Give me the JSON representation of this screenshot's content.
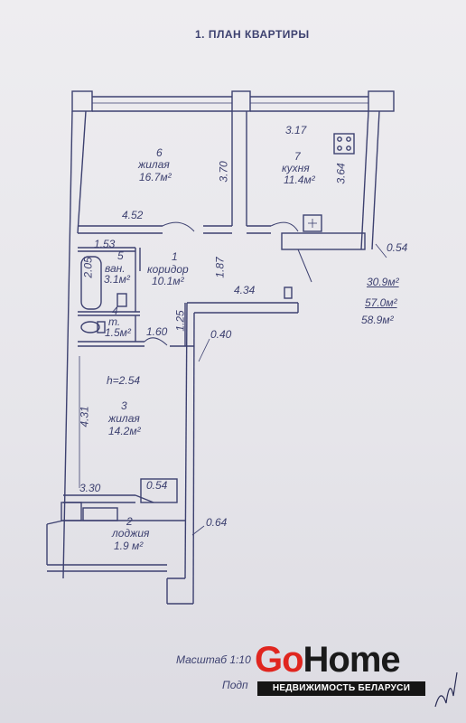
{
  "title": "1. ПЛАН КВАРТИРЫ",
  "rooms": [
    {
      "num": "6",
      "name": "жилая",
      "area": "16.7м²"
    },
    {
      "num": "7",
      "name": "кухня",
      "area": "11.4м²"
    },
    {
      "num": "1",
      "name": "коридор",
      "area": "10.1м²"
    },
    {
      "num": "5",
      "name": "ван.",
      "area": "3.1м²"
    },
    {
      "num": "4",
      "name": "т.",
      "area": "1.5м²"
    },
    {
      "num": "3",
      "name": "жилая",
      "area": "14.2м²"
    },
    {
      "num": "2",
      "name": "лоджия",
      "area": "1.9 м²"
    }
  ],
  "dimensions": {
    "d317": "3.17",
    "d370": "3.70",
    "d364": "3.64",
    "d452": "4.52",
    "d054a": "0.54",
    "d153": "1.53",
    "d205": "2.05",
    "d187": "1.87",
    "d434": "4.34",
    "d125": "1.25",
    "d160": "1.60",
    "d040": "0.40",
    "d431": "4.31",
    "d330": "3.30",
    "d054b": "0.54",
    "d064": "0.64"
  },
  "ceiling": "h=2.54",
  "totals": {
    "living": "30.9м²",
    "total": "57.0м²",
    "with_loggia": "58.9м²"
  },
  "footer": {
    "scale": "Масштаб 1:10",
    "signature": "Подп"
  },
  "logo": {
    "go": "Go",
    "home": "Home",
    "tagline": "НЕДВИЖИМОСТЬ БЕЛАРУСИ"
  }
}
